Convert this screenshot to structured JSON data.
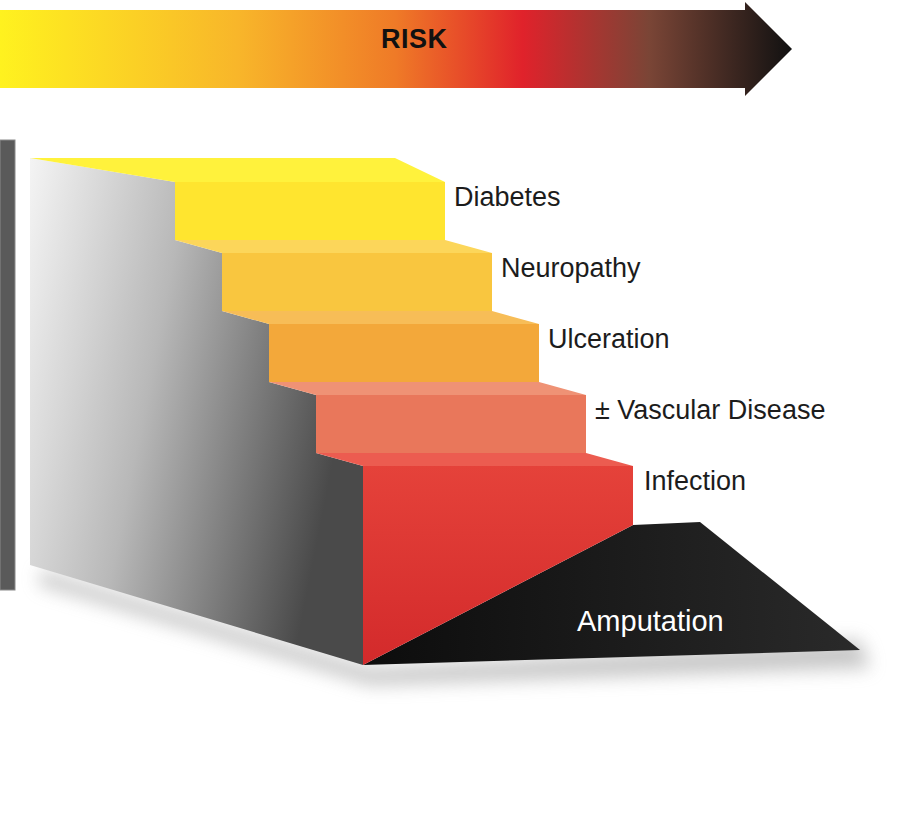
{
  "diagram": {
    "nodes": [
      {
        "text": [
          "Diabetes"
        ]
      },
      {
        "text": [
          "Neuropathy"
        ]
      },
      {
        "text": [
          "Ulceration"
        ]
      },
      {
        "text": [
          "± Vascular Disease"
        ]
      },
      {
        "text": [
          "Infection"
        ]
      },
      {
        "text": [
          "Amputation"
        ]
      }
    ],
    "labels": [
      "RISK"
    ]
  }
}
